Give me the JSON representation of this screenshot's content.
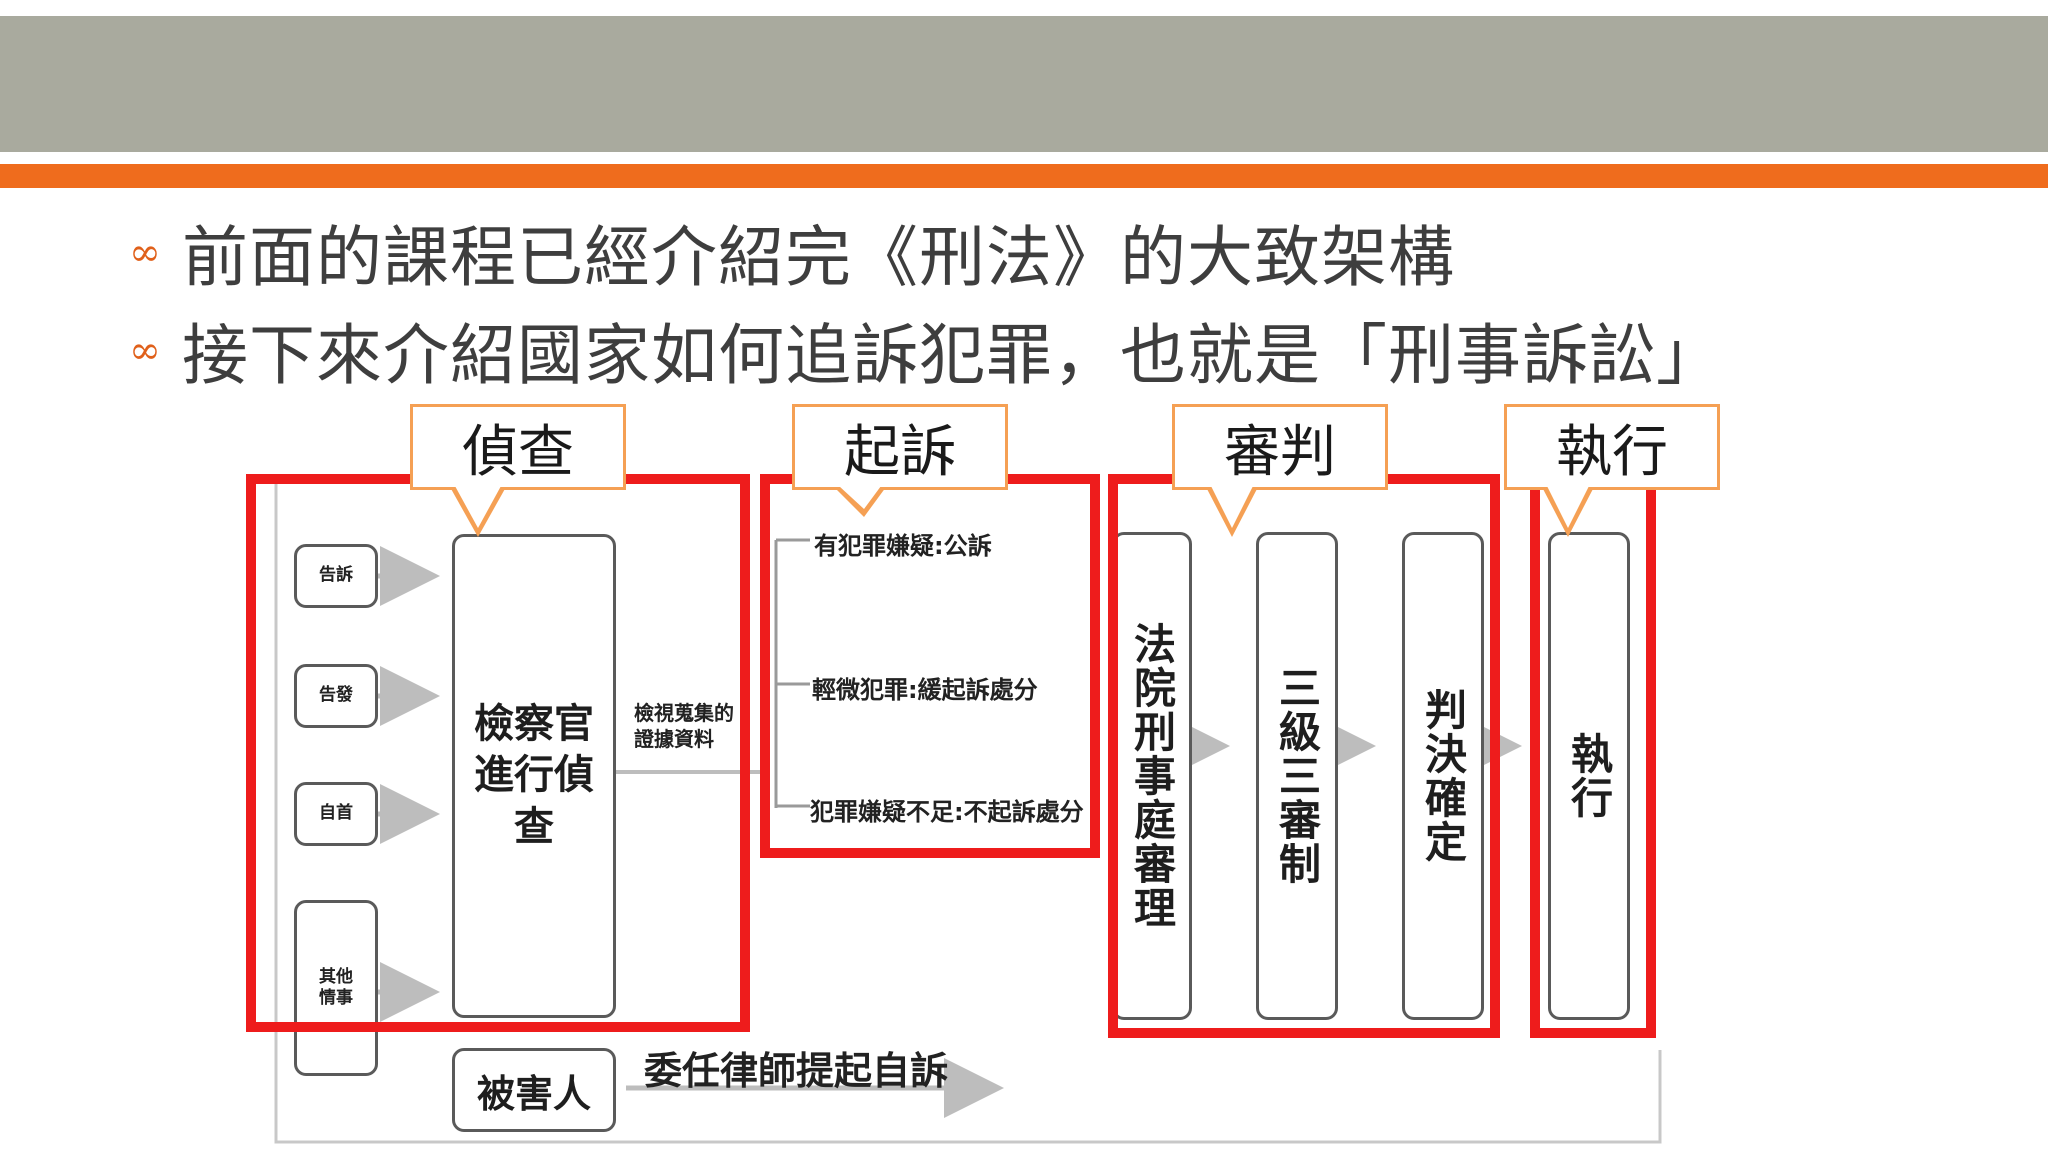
{
  "bullets": [
    "前面的課程已經介紹完《刑法》的大致架構",
    "接下來介紹國家如何追訴犯罪，也就是「刑事訴訟」"
  ],
  "bullet_glyph": "∞",
  "diagram": {
    "sources": [
      "告訴",
      "告發",
      "自首",
      "其他情事"
    ],
    "prosecutor_box": "檢察官進行偵查",
    "review_label": [
      "檢視蒐集的",
      "證據資料"
    ],
    "outcomes": [
      "有犯罪嫌疑:公訴",
      "輕微犯罪:緩起訴處分",
      "犯罪嫌疑不足:不起訴處分"
    ],
    "court_box": "法院刑事庭審理",
    "three_tier_box": "三級三審制",
    "final_box": "判決確定",
    "execution_box": "執行",
    "victim_box": "被害人",
    "private_prosecution_label": "委任律師提起自訴",
    "callouts": [
      "偵查",
      "起訴",
      "審判",
      "執行"
    ]
  },
  "colors": {
    "title_band": "#a9aa9e",
    "accent_bar": "#ef6c1d",
    "highlight_frame": "#ee1c1c",
    "callout_border": "#f5a054"
  }
}
